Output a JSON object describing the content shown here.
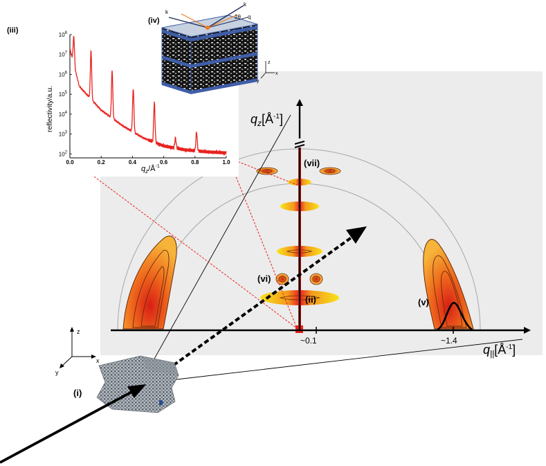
{
  "panel_labels": {
    "i": "(i)",
    "ii": "(ii)",
    "iii": "(iii)",
    "iv": "(iv)",
    "v": "(v)",
    "vi": "(vi)",
    "vii": "(vii)"
  },
  "main_axes": {
    "qz_label": "q",
    "qz_sub": "z",
    "qz_unit": "[Å",
    "qz_exp": "-1",
    "qz_close": "]",
    "qpar_label": "q",
    "qpar_sub": "||",
    "qpar_unit": "[Å",
    "qpar_exp": "-1",
    "qpar_close": "]",
    "tick_01": "~0.1",
    "tick_14": "~1.4"
  },
  "coord_axes": {
    "z": "z",
    "x": "x",
    "y": "y"
  },
  "inset_axes": {
    "z": "z",
    "x": "x",
    "y": "y"
  },
  "inset_beam_labels": {
    "k_in": "k",
    "k_out": "k",
    "angle": "2θ",
    "q": "q"
  },
  "reflectivity_chart": {
    "ylabel": "reflectivity/a.u.",
    "xlabel_main": "q",
    "xlabel_sub": "z",
    "xlabel_unit": "/Å",
    "xlabel_exp": "-1",
    "x_ticks": [
      "0.0",
      "0.2",
      "0.4",
      "0.6",
      "0.8",
      "1.0"
    ],
    "y_ticks": [
      {
        "base": "10",
        "exp": "2"
      },
      {
        "base": "10",
        "exp": "3"
      },
      {
        "base": "10",
        "exp": "4"
      },
      {
        "base": "10",
        "exp": "5"
      },
      {
        "base": "10",
        "exp": "6"
      },
      {
        "base": "10",
        "exp": "7"
      },
      {
        "base": "10",
        "exp": "8"
      }
    ]
  },
  "chart_data": {
    "type": "line",
    "xlabel": "qz/Å-1",
    "ylabel": "reflectivity/a.u.",
    "xlim": [
      0.0,
      1.0
    ],
    "ylim_log10": [
      1.8,
      8.0
    ],
    "y_scale": "log",
    "color": "#e8211d",
    "peaks_x": [
      0.025,
      0.135,
      0.27,
      0.405,
      0.54,
      0.675,
      0.81
    ],
    "peaks_log10_y": [
      7.9,
      7.2,
      6.2,
      5.3,
      4.6,
      2.8,
      3.1
    ],
    "baseline_x": [
      0.0,
      0.06,
      0.2,
      0.34,
      0.47,
      0.6,
      0.74,
      0.88,
      1.0
    ],
    "baseline_log10_y": [
      7.3,
      5.4,
      4.2,
      3.4,
      2.8,
      2.4,
      2.2,
      2.1,
      2.05
    ]
  },
  "colors": {
    "shade": "#ececec",
    "axis": "#000000",
    "red": "#e8211d",
    "orange": "#ef7a1c",
    "yellow": "#f9e21a",
    "contour": "#6a2a0c",
    "inset_blue": "#3f5ea8"
  }
}
